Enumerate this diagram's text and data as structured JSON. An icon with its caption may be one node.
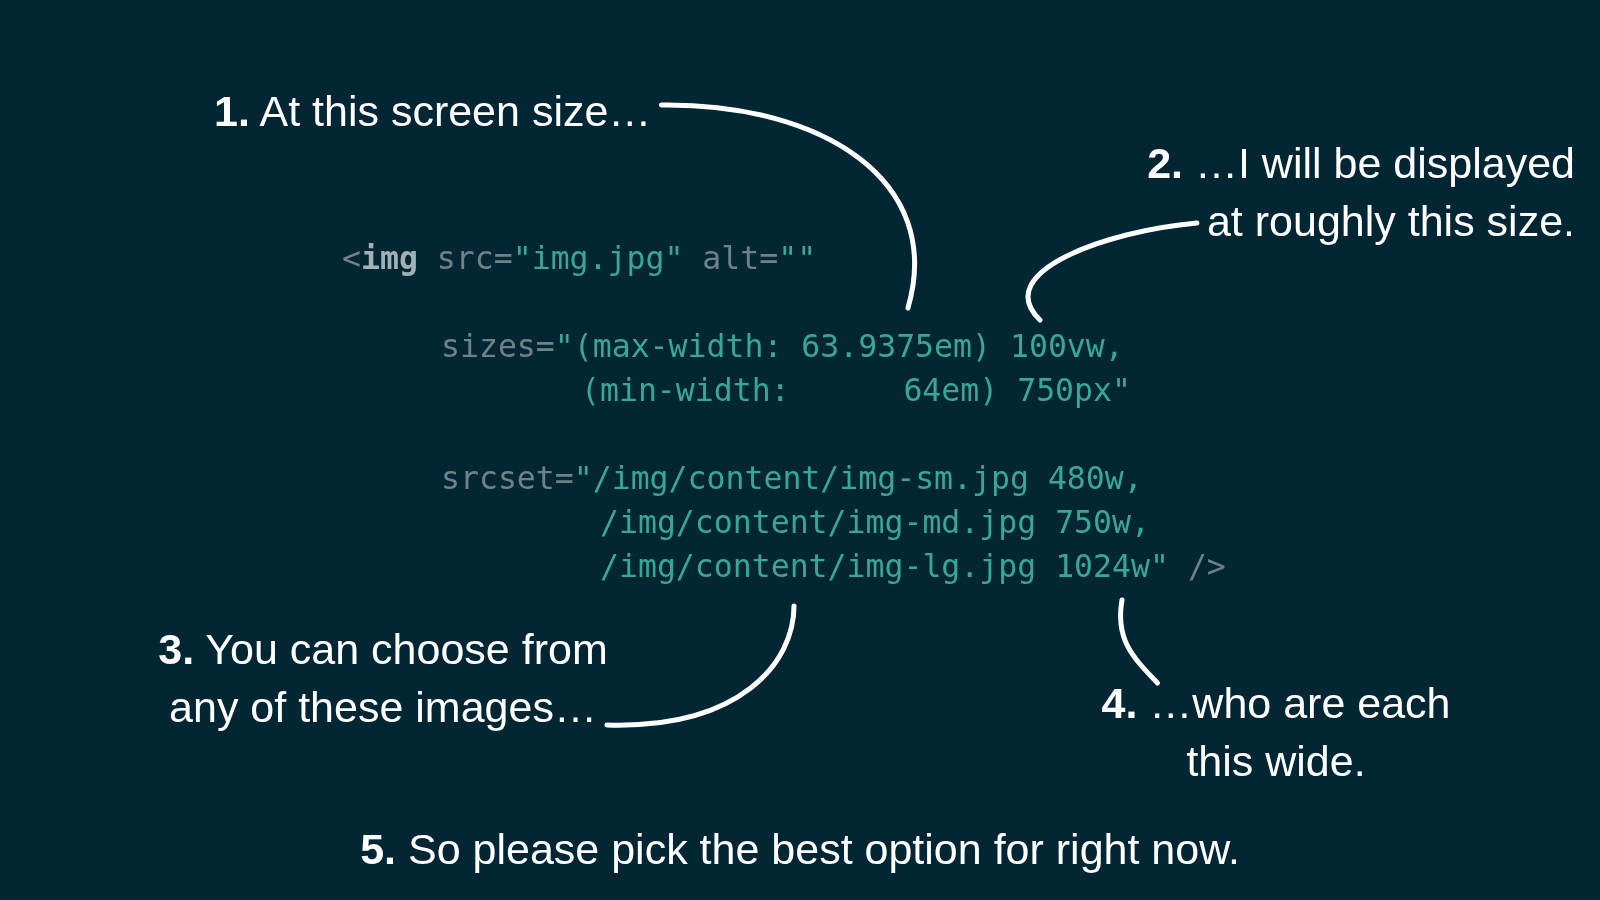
{
  "diagram": {
    "nodes": [
      {
        "text": [
          "**1.** At this screen size…"
        ]
      },
      {
        "text": [
          "**2.** …I will be displayed at roughly this size."
        ]
      },
      {
        "text": [
          "**3.** You can choose from any of these images…"
        ]
      },
      {
        "text": [
          "**4.** …who are each this wide."
        ]
      }
    ],
    "edges": [
      {
        "from": 0,
        "to": null,
        "arrow": "none"
      },
      {
        "from": 1,
        "to": null,
        "arrow": "none"
      },
      {
        "from": 2,
        "to": null,
        "arrow": "none"
      },
      {
        "from": 3,
        "to": null,
        "arrow": "none"
      }
    ],
    "labels": [
      "<img src=\"img.jpg\" alt=\"\"",
      "sizes=\"(max-width: 63.9375em) 100vw,",
      "(min-width:      64em) 750px\"",
      "srcset=\"/img/content/img-sm.jpg 480w,",
      "/img/content/img-md.jpg 750w,",
      "/img/content/img-lg.jpg 1024w\" />",
      "**5.** So please pick the best option for right now."
    ]
  }
}
